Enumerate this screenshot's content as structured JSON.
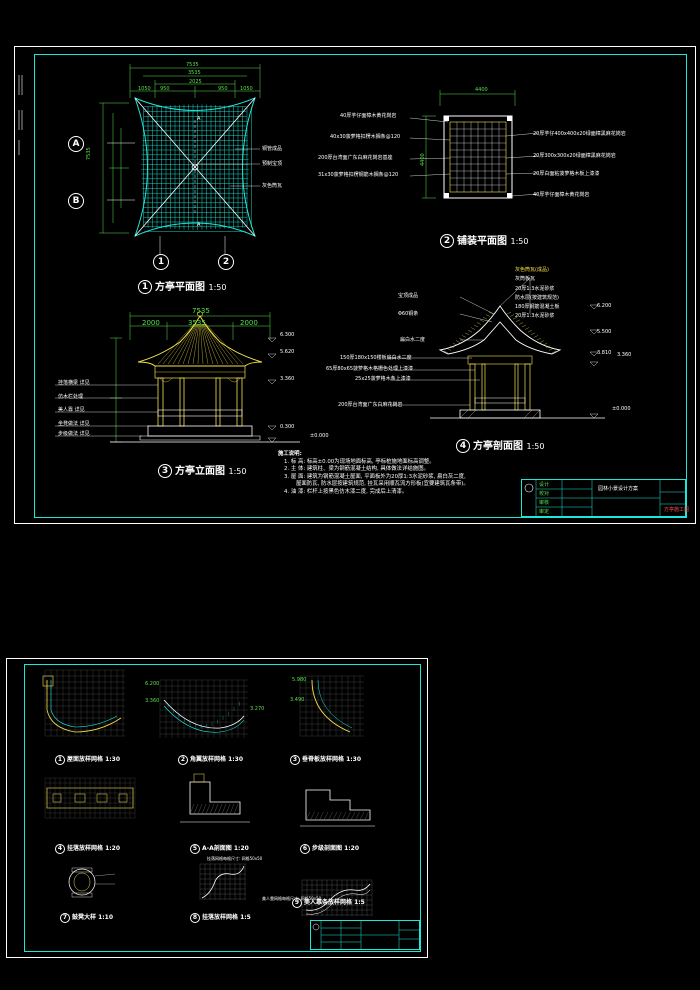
{
  "sheet1": {
    "titles": {
      "plan": {
        "num": "1",
        "name": "方亭平面图",
        "scale": "1:50"
      },
      "paving": {
        "num": "2",
        "name": "铺装平面图",
        "scale": "1:50"
      },
      "elevation": {
        "num": "3",
        "name": "方亭立面图",
        "scale": "1:50"
      },
      "section": {
        "num": "4",
        "name": "方亭剖面图",
        "scale": "1:50"
      }
    },
    "plan": {
      "dim_total": "7535",
      "dim_mid": "3535",
      "dim_inner": "2025",
      "dim_seg": [
        "1050",
        "950",
        "950",
        "1050"
      ],
      "dim_side": "7535",
      "grid_a": "A",
      "grid_b": "B",
      "grid_1": "1",
      "grid_2": "2",
      "cut": "A",
      "notes": [
        "铜管成品",
        "预制宝顶",
        "灰色筒瓦"
      ]
    },
    "paving": {
      "dim_top": "4400",
      "dim_side": "4400",
      "notes_left": [
        "40厚芋仔面樟木黄花岗岩",
        "40x30菠萝格扣楞木搁条@120",
        "200厚台湾面广东白麻花岗岩基座",
        "31x30菠萝格扣楞钢筋木搁条@120"
      ],
      "notes_right": [
        "20厚芋仔400x400x20绿面樟黑麻花岗岩",
        "20厚300x300x20绿面樟黑麻花岗岩",
        "20厚白面粘菠萝格木板上漆漆",
        "40厚芋仔面樟木黄花岗岩"
      ]
    },
    "elevation": {
      "dim_total": "7535",
      "dim_parts": [
        "2000",
        "3535",
        "2000"
      ],
      "levels": [
        "6.300",
        "5.620",
        "3.360",
        "0.300",
        "±0.000"
      ],
      "notes": [
        "挂落横梁 详见",
        "仿木栏处理",
        "美人靠 详见",
        "坐凳做法 详见",
        "步级做法 详见"
      ]
    },
    "section": {
      "levels": [
        "6.200",
        "5.500",
        "3.810",
        "3.360",
        "±0.000"
      ],
      "notes_top": [
        "灰色筒瓦(成品)",
        "灰筒板瓦",
        "20厚1:3水泥砂浆",
        "防水层(按建筑规范)",
        "180厚钢筋混凝土板",
        "20厚1:3水泥砂浆"
      ],
      "notes_left": [
        "宝顶成品",
        "Φ60铜条",
        "扁白水二度",
        "150厚180x150楼板扁白水二度",
        "65厚80x65菠萝格木格栅色处理上漆漆",
        "25x25菠萝格木条上漆漆",
        "200厚台湾面广东白麻花岗岩"
      ]
    },
    "construction_notes": {
      "title": "施工说明:",
      "items": [
        "1. 标 高: 标高±0.00为现场地面标高, 亭标桩施地面标高调整。",
        "2. 主 体: 建筑柱、梁为钢筋混凝土结构, 具体做法详结施图。",
        "3. 屋 面: 建筑为钢筋混凝土屋面, 平面板外为20厚1:3水泥砂浆, 扁白灰二度,",
        "屋面防瓦, 防水层按建筑规范, 挂瓦采用顺瓦流方形板(宜要建筑瓦条带)。",
        "4. 油 漆: 栏杆上按黑色仿木漆二度, 完成后上清漆。"
      ]
    },
    "title_block": {
      "project": "园林小景设计方案",
      "drawing": "方亭施工图",
      "rows": [
        "设计",
        "校对",
        "审核",
        "审定"
      ]
    }
  },
  "sheet2": {
    "titles": [
      {
        "num": "1",
        "name": "屋面放样网格",
        "scale": "1:30"
      },
      {
        "num": "2",
        "name": "角翼放样网格",
        "scale": "1:30"
      },
      {
        "num": "3",
        "name": "垂脊板放样网格",
        "scale": "1:30"
      },
      {
        "num": "4",
        "name": "挂落放样网格",
        "scale": "1:20"
      },
      {
        "num": "5",
        "name": "A-A剖面图",
        "scale": "1:20"
      },
      {
        "num": "6",
        "name": "步级剖面图",
        "scale": "1:20"
      },
      {
        "num": "7",
        "name": "鼓凳大样",
        "scale": "1:10"
      },
      {
        "num": "8",
        "name": "挂落放样网格",
        "scale": "1:5"
      },
      {
        "num": "9",
        "name": "美人靠条放样网格",
        "scale": "1:5"
      }
    ],
    "levels": [
      "6.200",
      "3.360",
      "3.270",
      "5.980",
      "3.490"
    ],
    "grid_notes": [
      "挂落网格每格尺寸: 网格50x50",
      "美人靠网格每格尺寸: 网格50x50"
    ]
  },
  "colors": {
    "frame": "#1ee6d8",
    "roof": "#1ee6d8",
    "timber": "#f6e24a",
    "dimension": "#58e04a",
    "text": "#ffffff",
    "background": "#000000"
  }
}
